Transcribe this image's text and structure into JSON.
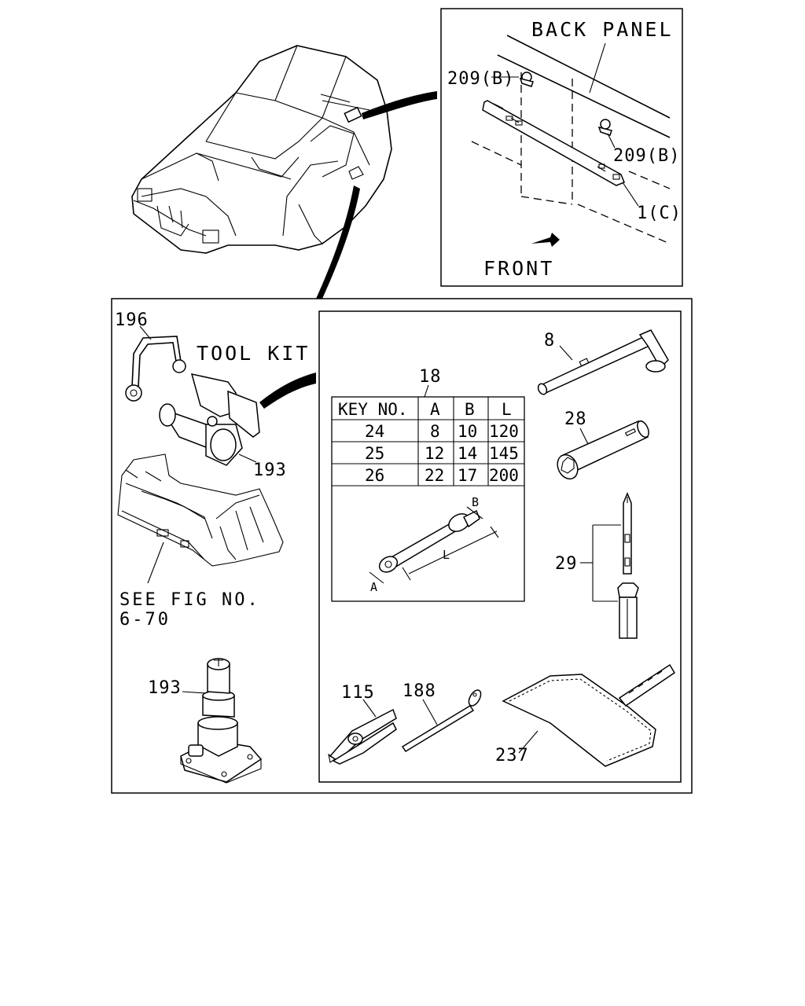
{
  "labels": {
    "back_panel": "BACK PANEL",
    "front": "FRONT",
    "tool_kit": "TOOL KIT",
    "see_fig_line1": "SEE FIG NO.",
    "see_fig_line2": "6-70",
    "p209b_top": "209(B)",
    "p209b_right": "209(B)",
    "p1c": "1(C)",
    "p196": "196",
    "p193_kit": "193",
    "p193_jack": "193",
    "p18": "18",
    "p8": "8",
    "p28": "28",
    "p29": "29",
    "p115": "115",
    "p188": "188",
    "p237": "237",
    "wrench_a": "A",
    "wrench_b": "B",
    "wrench_l": "L"
  },
  "table": {
    "headers": [
      "KEY NO.",
      "A",
      "B",
      "L"
    ],
    "rows": [
      [
        "24",
        "8",
        "10",
        "120"
      ],
      [
        "25",
        "12",
        "14",
        "145"
      ],
      [
        "26",
        "22",
        "17",
        "200"
      ]
    ]
  },
  "icons": {
    "truck_cab": "truck-cab-illustration",
    "bracket": "back-panel-bracket-illustration",
    "jack": "bottle-jack-illustration",
    "wrench": "open-end-wrench-icon",
    "screwdriver": "screwdriver-icon",
    "pliers": "pliers-icon",
    "tool_bag": "tool-bag-icon",
    "front_arrow": "front-arrow-icon"
  }
}
